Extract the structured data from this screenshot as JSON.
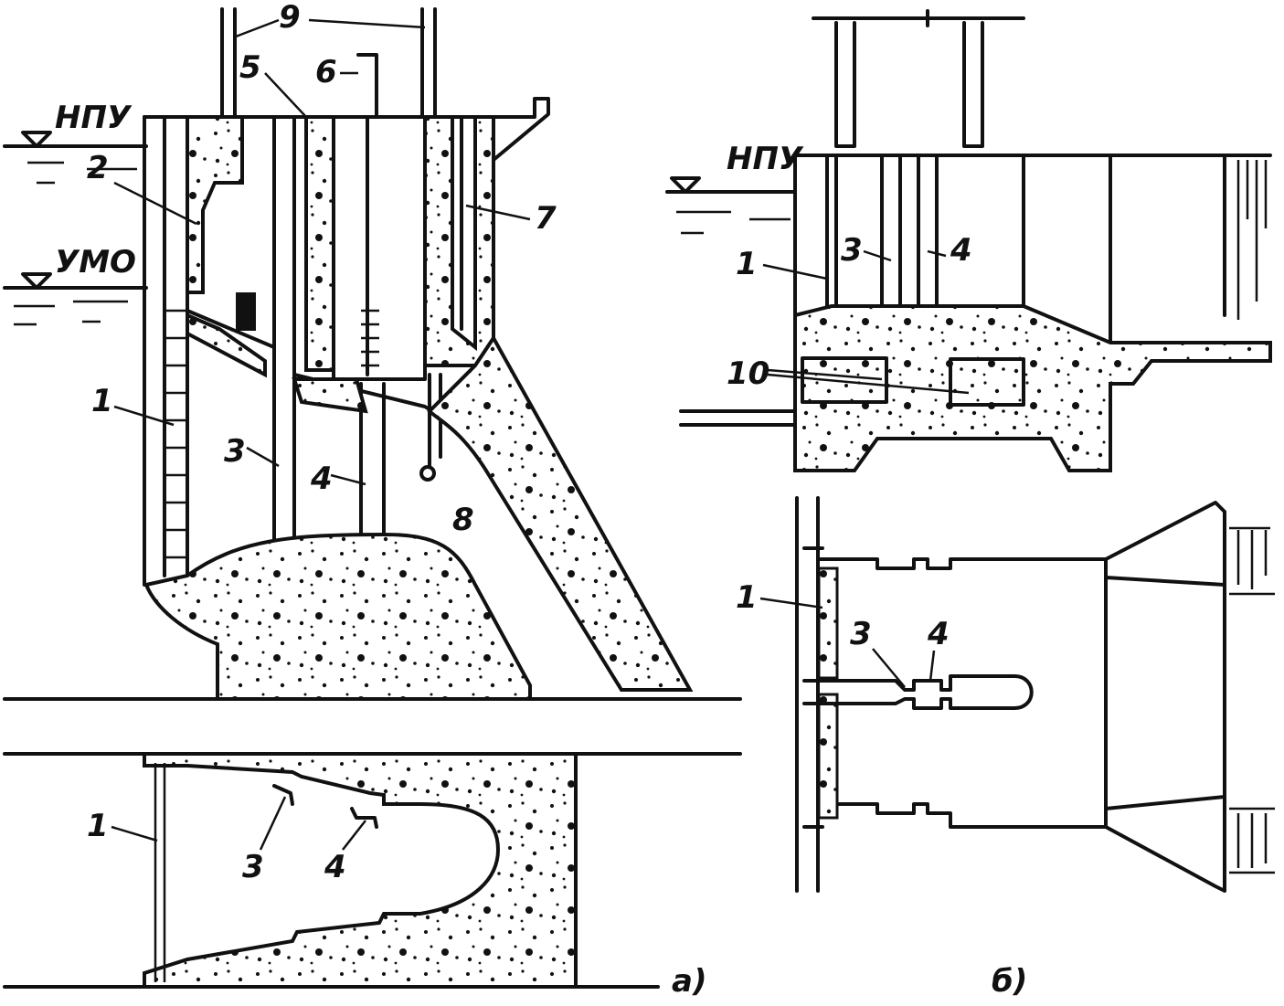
{
  "figure_a": {
    "level_npu": "НПУ",
    "level_umo": "УМО",
    "labels": {
      "n1": "1",
      "n2": "2",
      "n3": "3",
      "n4": "4",
      "n5": "5",
      "n6": "6",
      "n7": "7",
      "n8": "8",
      "n9": "9"
    },
    "plan_labels": {
      "n1": "1",
      "n3": "3",
      "n4": "4"
    },
    "caption": "а)"
  },
  "figure_b": {
    "level_npu": "НПУ",
    "labels": {
      "n1": "1",
      "n3": "3",
      "n4": "4",
      "n10": "10"
    },
    "plan_labels": {
      "n1": "1",
      "n3": "3",
      "n4": "4"
    },
    "caption": "б)"
  }
}
